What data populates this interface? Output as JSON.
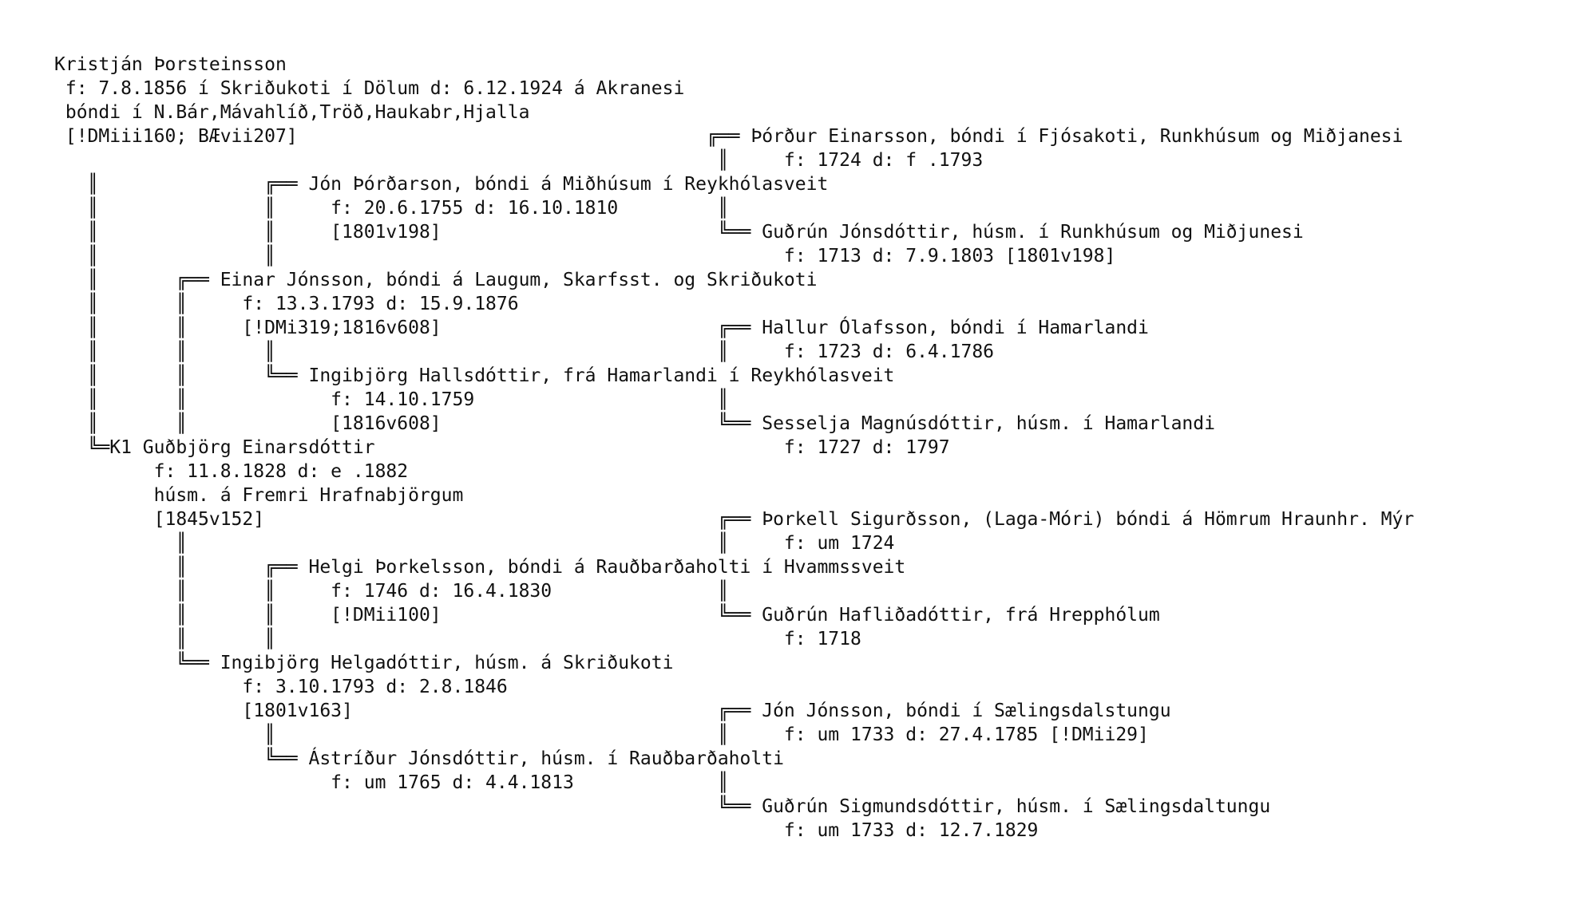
{
  "genealogy": {
    "lines": [
      "Kristján Þorsteinsson",
      " f: 7.8.1856 í Skriðukoti í Dölum d: 6.12.1924 á Akranesi",
      " bóndi í N.Bár,Mávahlíð,Tröð,Haukabr,Hjalla",
      " [!DMiii160; BÆvii207]                                     ╔══ Þórður Einarsson, bóndi í Fjósakoti, Runkhúsum og Miðjanesi",
      "                                                            ║     f: 1724 d: f .1793",
      "   ║               ╔══ Jón Þórðarson, bóndi á Miðhúsum í Reykhólasveit",
      "   ║               ║     f: 20.6.1755 d: 16.10.1810         ║",
      "   ║               ║     [1801v198]                         ╚══ Guðrún Jónsdóttir, húsm. í Runkhúsum og Miðjunesi",
      "   ║               ║                                              f: 1713 d: 7.9.1803 [1801v198]",
      "   ║       ╔══ Einar Jónsson, bóndi á Laugum, Skarfsst. og Skriðukoti",
      "   ║       ║     f: 13.3.1793 d: 15.9.1876",
      "   ║       ║     [!DMi319;1816v608]                         ╔══ Hallur Ólafsson, bóndi í Hamarlandi",
      "   ║       ║       ║                                        ║     f: 1723 d: 6.4.1786",
      "   ║       ║       ╚══ Ingibjörg Hallsdóttir, frá Hamarlandi í Reykhólasveit",
      "   ║       ║             f: 14.10.1759                      ║",
      "   ║       ║             [1816v608]                         ╚══ Sesselja Magnúsdóttir, húsm. í Hamarlandi",
      "   ╚═K1 Guðbjörg Einarsdóttir                                     f: 1727 d: 1797",
      "         f: 11.8.1828 d: e .1882",
      "         húsm. á Fremri Hrafnabjörgum",
      "         [1845v152]                                         ╔══ Þorkell Sigurðsson, (Laga-Móri) bóndi á Hömrum Hraunhr. Mýr",
      "           ║                                                ║     f: um 1724",
      "           ║       ╔══ Helgi Þorkelsson, bóndi á Rauðbarðaholti í Hvammssveit",
      "           ║       ║     f: 1746 d: 16.4.1830               ║",
      "           ║       ║     [!DMii100]                         ╚══ Guðrún Hafliðadóttir, frá Hrepphólum",
      "           ║       ║                                              f: 1718",
      "           ╚══ Ingibjörg Helgadóttir, húsm. á Skriðukoti",
      "                 f: 3.10.1793 d: 2.8.1846",
      "                 [1801v163]                                 ╔══ Jón Jónsson, bóndi í Sælingsdalstungu",
      "                   ║                                        ║     f: um 1733 d: 27.4.1785 [!DMii29]",
      "                   ╚══ Ástríður Jónsdóttir, húsm. í Rauðbarðaholti",
      "                         f: um 1765 d: 4.4.1813             ║",
      "                                                            ╚══ Guðrún Sigmundsdóttir, húsm. í Sælingsdaltungu",
      "                                                                  f: um 1733 d: 12.7.1829"
    ]
  }
}
